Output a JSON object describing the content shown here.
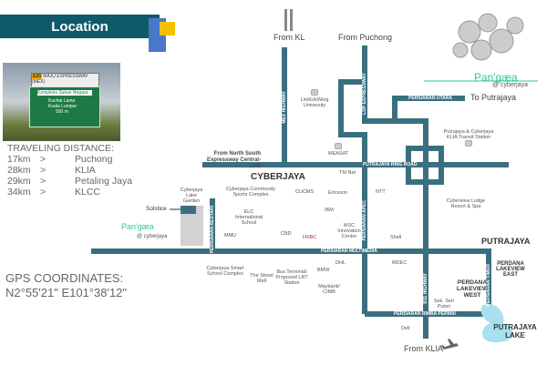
{
  "title": "Location",
  "sign": {
    "top": "MAJU EXPRESSWAY (MEX)",
    "route": "E20",
    "lines": [
      "Kompleks Sukan Negara",
      "Kuchai Lama",
      "Kuala Lumpur",
      "500 m"
    ]
  },
  "distance": {
    "heading": "TRAVELING DISTANCE:",
    "rows": [
      [
        "17km",
        ">",
        "Puchong"
      ],
      [
        "28km",
        ">",
        "KLIA"
      ],
      [
        "29km",
        ">",
        "Petaling Jaya"
      ],
      [
        "34km",
        ">",
        "KLCC"
      ]
    ]
  },
  "gps": {
    "heading": "GPS COORDINATES:",
    "value": "N2°55'21\" E101°38'12\""
  },
  "brand": {
    "name": "Pan'gæa",
    "sub": "@ cyberjaya",
    "color": "#2ec79a"
  },
  "directions": {
    "kl": "From KL",
    "puchong": "From Puchong",
    "putrajaya": "To Putrajaya",
    "nse": "From North South Expressway Central-Link",
    "klia": "From KLIA"
  },
  "areas": {
    "cyberjaya": "CYBERJAYA",
    "putrajaya": "PUTRAJAYA",
    "plw": "PERDANA LAKEVIEW WEST",
    "ple": "PERDANA LAKEVIEW EAST",
    "lake": "PUTRAJAYA LAKE"
  },
  "roads": {
    "mex": "MEX HIGHWAY",
    "ldp": "LDP EXPRESSWAY",
    "utara": "PERSIARAN UTARA",
    "ring": "PUTRAJAYA RING ROAD",
    "apec": "PERSIARAN APEC",
    "bestari": "PERSIARAN BESTARI",
    "multimedia": "PERSIARAN MULTIMEDIA",
    "b11": "B11 HIGHWAY",
    "timur": "PERSIARAN TIMUR",
    "pemai": "PERSIARAN RIMBA PERMAI"
  },
  "solstice": "Solstice",
  "landmarks": [
    "LimKokWing University",
    "MEASAT",
    "Putrajaya & Cyberjaya KLIA Transit Station",
    "TM Net",
    "Cyberjaya Lake Garden",
    "Cyberjaya Community Sports Complex",
    "CUCMS",
    "Ericsson",
    "IBM",
    "NTT",
    "ELC International School",
    "MMU",
    "CBD",
    "HSBC",
    "MSC Innovation Centre",
    "Cyberview Lodge Resort & Spa",
    "Shell",
    "Cyberjaya Smart School Complex",
    "The Street Mall",
    "Bus Terminal/ Proposed LRT Station",
    "BMW",
    "DHL",
    "Maybank/ CIMB",
    "MDEC",
    "Sek. Seri Puteri",
    "Dell"
  ],
  "colors": {
    "road": "#3a6f80",
    "banner": "#0e5a6a",
    "lake": "#a8e0f0"
  }
}
